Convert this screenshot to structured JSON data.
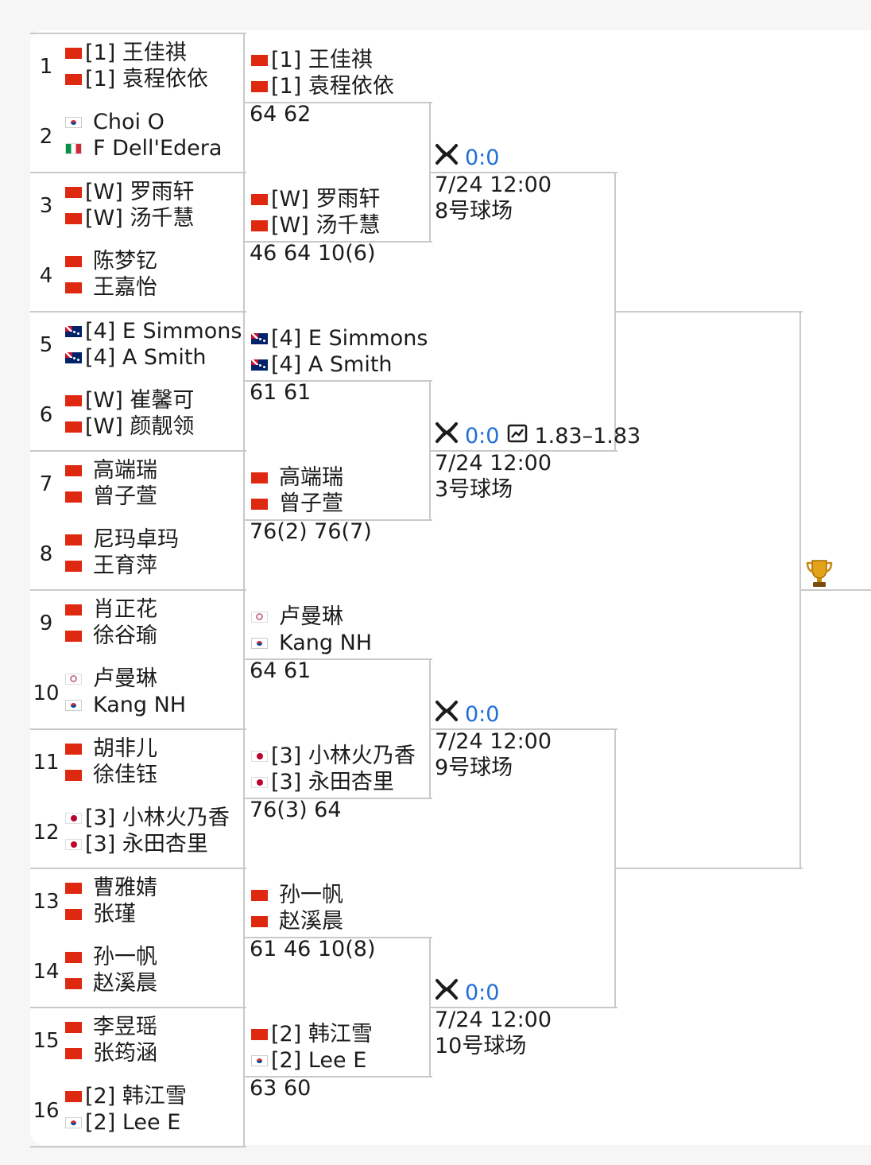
{
  "bracket": {
    "round1": [
      {
        "seed": "1",
        "players": [
          {
            "flag": "cn",
            "name": "[1] 王佳祺"
          },
          {
            "flag": "cn",
            "name": "[1] 袁程依依"
          }
        ]
      },
      {
        "seed": "2",
        "players": [
          {
            "flag": "kr",
            "name": "Choi O"
          },
          {
            "flag": "it",
            "name": "F Dell'Edera"
          }
        ]
      },
      {
        "seed": "3",
        "players": [
          {
            "flag": "cn",
            "name": "[W] 罗雨轩"
          },
          {
            "flag": "cn",
            "name": "[W] 汤千慧"
          }
        ]
      },
      {
        "seed": "4",
        "players": [
          {
            "flag": "cn",
            "name": "陈梦钇"
          },
          {
            "flag": "cn",
            "name": "王嘉怡"
          }
        ]
      },
      {
        "seed": "5",
        "players": [
          {
            "flag": "au",
            "name": "[4] E Simmons"
          },
          {
            "flag": "au",
            "name": "[4] A Smith"
          }
        ]
      },
      {
        "seed": "6",
        "players": [
          {
            "flag": "cn",
            "name": "[W] 崔馨可"
          },
          {
            "flag": "cn",
            "name": "[W] 颜靓领"
          }
        ]
      },
      {
        "seed": "7",
        "players": [
          {
            "flag": "cn",
            "name": "高端瑞"
          },
          {
            "flag": "cn",
            "name": "曾子萱"
          }
        ]
      },
      {
        "seed": "8",
        "players": [
          {
            "flag": "cn",
            "name": "尼玛卓玛"
          },
          {
            "flag": "cn",
            "name": "王育萍"
          }
        ]
      },
      {
        "seed": "9",
        "players": [
          {
            "flag": "cn",
            "name": "肖正花"
          },
          {
            "flag": "cn",
            "name": "徐谷瑜"
          }
        ]
      },
      {
        "seed": "10",
        "players": [
          {
            "flag": "tpe",
            "name": "卢曼琳"
          },
          {
            "flag": "kr",
            "name": "Kang NH"
          }
        ]
      },
      {
        "seed": "11",
        "players": [
          {
            "flag": "cn",
            "name": "胡非儿"
          },
          {
            "flag": "cn",
            "name": "徐佳钰"
          }
        ]
      },
      {
        "seed": "12",
        "players": [
          {
            "flag": "jp",
            "name": "[3] 小林火乃香"
          },
          {
            "flag": "jp",
            "name": "[3] 永田杏里"
          }
        ]
      },
      {
        "seed": "13",
        "players": [
          {
            "flag": "cn",
            "name": "曹雅婧"
          },
          {
            "flag": "cn",
            "name": "张瑾"
          }
        ]
      },
      {
        "seed": "14",
        "players": [
          {
            "flag": "cn",
            "name": "孙一帆"
          },
          {
            "flag": "cn",
            "name": "赵溪晨"
          }
        ]
      },
      {
        "seed": "15",
        "players": [
          {
            "flag": "cn",
            "name": "李昱瑶"
          },
          {
            "flag": "cn",
            "name": "张筠涵"
          }
        ]
      },
      {
        "seed": "16",
        "players": [
          {
            "flag": "cn",
            "name": "[2] 韩江雪"
          },
          {
            "flag": "kr",
            "name": "[2] Lee E"
          }
        ]
      }
    ],
    "round2": [
      {
        "players": [
          {
            "flag": "cn",
            "name": "[1] 王佳祺"
          },
          {
            "flag": "cn",
            "name": "[1] 袁程依依"
          }
        ],
        "score": "64 62"
      },
      {
        "players": [
          {
            "flag": "cn",
            "name": "[W] 罗雨轩"
          },
          {
            "flag": "cn",
            "name": "[W] 汤千慧"
          }
        ],
        "score": "46 64 10(6)"
      },
      {
        "players": [
          {
            "flag": "au",
            "name": "[4] E Simmons"
          },
          {
            "flag": "au",
            "name": "[4] A Smith"
          }
        ],
        "score": "61 61"
      },
      {
        "players": [
          {
            "flag": "cn",
            "name": "高端瑞"
          },
          {
            "flag": "cn",
            "name": "曾子萱"
          }
        ],
        "score": "76(2) 76(7)"
      },
      {
        "players": [
          {
            "flag": "tpe",
            "name": "卢曼琳"
          },
          {
            "flag": "kr",
            "name": "Kang NH"
          }
        ],
        "score": "64 61"
      },
      {
        "players": [
          {
            "flag": "jp",
            "name": "[3] 小林火乃香"
          },
          {
            "flag": "jp",
            "name": "[3] 永田杏里"
          }
        ],
        "score": "76(3) 64"
      },
      {
        "players": [
          {
            "flag": "cn",
            "name": "孙一帆"
          },
          {
            "flag": "cn",
            "name": "赵溪晨"
          }
        ],
        "score": "61 46 10(8)"
      },
      {
        "players": [
          {
            "flag": "cn",
            "name": "[2] 韩江雪"
          },
          {
            "flag": "kr",
            "name": "[2] Lee E"
          }
        ],
        "score": "63 60"
      }
    ],
    "quarterfinals": [
      {
        "score": "0:0",
        "odds": "",
        "datetime": "7/24 12:00",
        "court": "8号球场"
      },
      {
        "score": "0:0",
        "odds": "1.83–1.83",
        "datetime": "7/24 12:00",
        "court": "3号球场"
      },
      {
        "score": "0:0",
        "odds": "",
        "datetime": "7/24 12:00",
        "court": "9号球场"
      },
      {
        "score": "0:0",
        "odds": "",
        "datetime": "7/24 12:00",
        "court": "10号球场"
      }
    ],
    "icons": {
      "match": "versus-icon",
      "odds": "chart-icon",
      "final": "trophy-icon"
    },
    "colors": {
      "link_blue": "#1f6fd6",
      "line_gray": "#c9c9c9",
      "cn_red": "#de2910"
    }
  }
}
